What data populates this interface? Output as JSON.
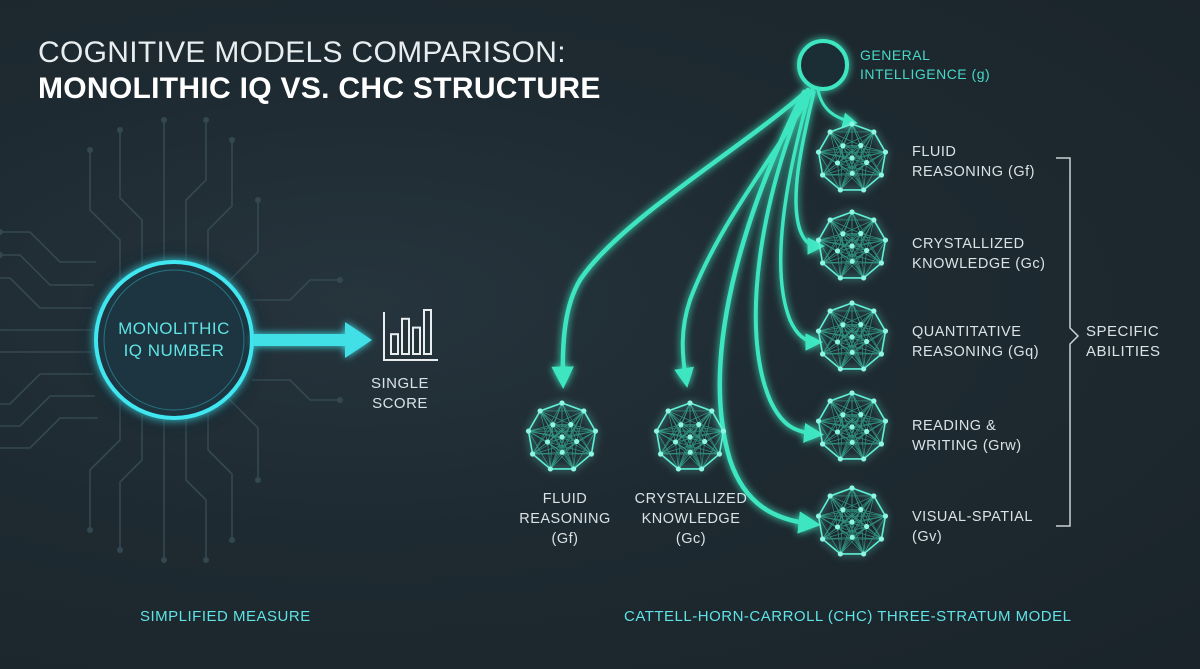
{
  "title": {
    "line1": "COGNITIVE MODELS COMPARISON:",
    "line2": "MONOLITHIC IQ VS. CHC STRUCTURE"
  },
  "left_panel": {
    "circle_line1": "MONOLITHIC",
    "circle_line2": "IQ NUMBER",
    "score_line1": "SINGLE",
    "score_line2": "SCORE",
    "score_bars": [
      0.45,
      0.8,
      0.6,
      1.0
    ],
    "footer": "SIMPLIFIED MEASURE"
  },
  "right_panel": {
    "general_line1": "GENERAL",
    "general_line2": "INTELLIGENCE (g)",
    "abilities": [
      {
        "line1": "FLUID",
        "line2": "REASONING (Gf)"
      },
      {
        "line1": "CRYSTALLIZED",
        "line2": "KNOWLEDGE (Gc)"
      },
      {
        "line1": "QUANTITATIVE",
        "line2": "REASONING (Gq)"
      },
      {
        "line1": "READING &",
        "line2": "WRITING (Grw)"
      },
      {
        "line1": "VISUAL-SPATIAL",
        "line2": "(Gv)"
      }
    ],
    "bottom_abilities": [
      {
        "line1": "FLUID",
        "line2": "REASONING",
        "line3": "(Gf)"
      },
      {
        "line1": "CRYSTALLIZED",
        "line2": "KNOWLEDGE",
        "line3": "(Gc)"
      }
    ],
    "specific_line1": "SPECIFIC",
    "specific_line2": "ABILITIES",
    "footer": "CATTELL-HORN-CARROLL (CHC) THREE-STRATUM MODEL"
  },
  "colors": {
    "accent_cyan": "#3fe0e6",
    "accent_teal": "#3ee6c0",
    "background": "#1e2a31"
  }
}
